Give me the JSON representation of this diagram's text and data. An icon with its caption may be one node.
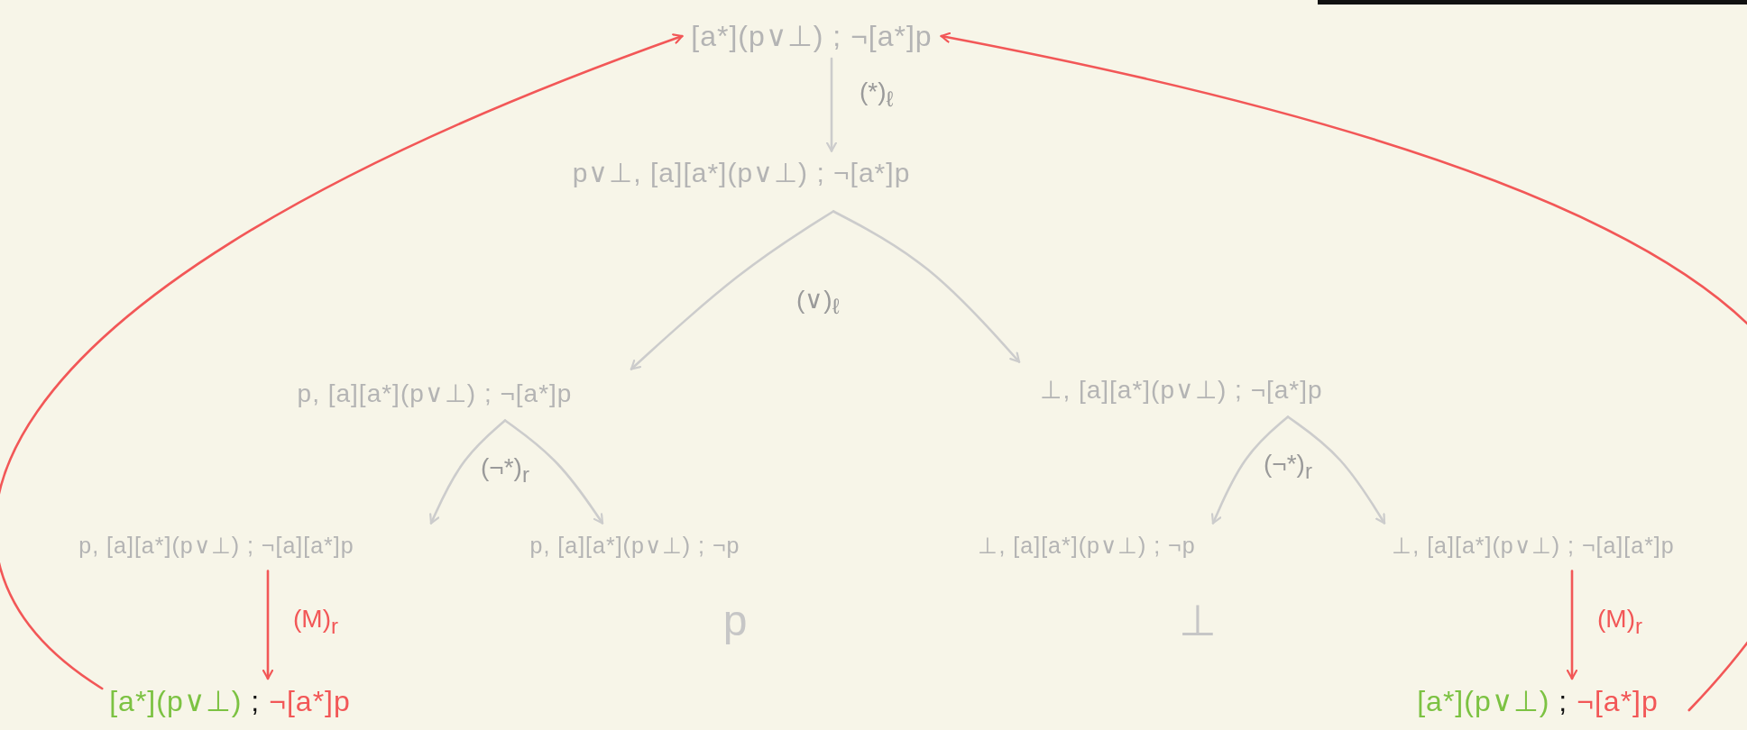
{
  "diagram": {
    "nodes": [
      {
        "text": [
          "[a*](p∨⊥) ; ¬[a*]p"
        ]
      },
      {
        "text": [
          "p∨⊥, [a][a*](p∨⊥) ; ¬[a*]p"
        ]
      },
      {
        "text": [
          "p, [a][a*](p∨⊥) ; ¬[a*]p"
        ]
      },
      {
        "text": [
          "⊥, [a][a*](p∨⊥) ; ¬[a*]p"
        ]
      },
      {
        "text": [
          "p, [a][a*](p∨⊥) ; ¬[a][a*]p"
        ]
      },
      {
        "text": [
          "p, [a][a*](p∨⊥) ; ¬p"
        ],
        "beside": [
          "p"
        ]
      },
      {
        "text": [
          "⊥, [a][a*](p∨⊥) ; ¬p"
        ],
        "beside": [
          "⊥"
        ]
      },
      {
        "text": [
          "⊥, [a][a*](p∨⊥) ; ¬[a][a*]p"
        ]
      },
      {
        "text": [
          "[a*](p∨⊥)",
          ";",
          "¬[a*]p"
        ]
      },
      {
        "text": [
          "[a*](p∨⊥)",
          ";",
          "¬[a*]p"
        ]
      }
    ],
    "edges": [
      {
        "from": 0,
        "to": 1,
        "arrow": "to",
        "label": "(*)$_{ℓ}$"
      },
      {
        "from": 1,
        "to": 2,
        "arrow": "to",
        "label": "(∨)$_{ℓ}$"
      },
      {
        "from": 1,
        "to": 3,
        "arrow": "to"
      },
      {
        "from": 2,
        "to": 4,
        "arrow": "to",
        "label": "(¬*)$_{r}$"
      },
      {
        "from": 2,
        "to": 5,
        "arrow": "to"
      },
      {
        "from": 3,
        "to": 6,
        "arrow": "to",
        "label": "(¬*)$_{r}$"
      },
      {
        "from": 3,
        "to": 7,
        "arrow": "to"
      },
      {
        "from": 4,
        "to": 8,
        "arrow": "to",
        "label": "(M)$_{r}$",
        "color": "#f25757"
      },
      {
        "from": 7,
        "to": 9,
        "arrow": "to",
        "label": "(M)$_{r}$",
        "color": "#f25757"
      },
      {
        "from": 8,
        "to": 0,
        "arrow": "to",
        "color": "#f25757"
      },
      {
        "from": 9,
        "to": 0,
        "arrow": "to",
        "color": "#f25757"
      }
    ]
  }
}
